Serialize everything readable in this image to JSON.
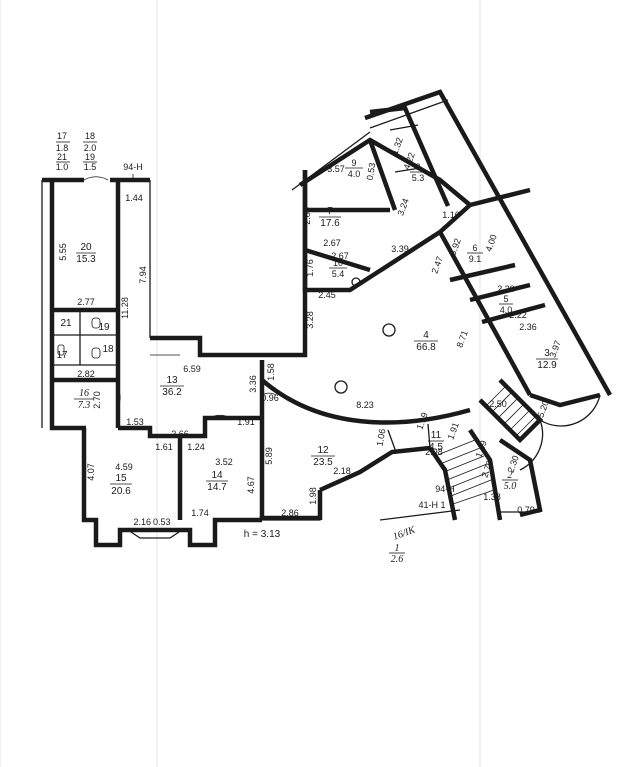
{
  "rooms": [
    {
      "num": "1",
      "area": "2.6"
    },
    {
      "num": "2",
      "area": "5.0"
    },
    {
      "num": "3",
      "area": "12.9"
    },
    {
      "num": "4",
      "area": "66.8"
    },
    {
      "num": "5",
      "area": "4.0"
    },
    {
      "num": "6",
      "area": "9.1"
    },
    {
      "num": "7",
      "area": "17.6"
    },
    {
      "num": "8",
      "area": "5.3"
    },
    {
      "num": "9",
      "area": "4.0"
    },
    {
      "num": "10",
      "area": "5.4"
    },
    {
      "num": "11",
      "area": "4.5"
    },
    {
      "num": "12",
      "area": "23.5"
    },
    {
      "num": "13",
      "area": "36.2"
    },
    {
      "num": "14",
      "area": "14.7"
    },
    {
      "num": "15",
      "area": "20.6"
    },
    {
      "num": "16",
      "area": "7.3"
    },
    {
      "num": "17",
      "area": "1.8"
    },
    {
      "num": "18",
      "area": "2.0"
    },
    {
      "num": "19",
      "area": "1.5"
    },
    {
      "num": "20",
      "area": "15.3"
    },
    {
      "num": "21",
      "area": "1.0"
    }
  ],
  "room_marks": {
    "r17": "17",
    "r18": "18",
    "r19": "19",
    "r21": "21"
  },
  "dimensions": [
    "5.55",
    "1.44",
    "7.94",
    "2.77",
    "11.28",
    "2.82",
    "2.70",
    "6.59",
    "1.53",
    "2.66",
    "1.61",
    "1.24",
    "1.91",
    "3.36",
    "1.58",
    "0.96",
    "4.07",
    "4.59",
    "3.52",
    "4.67",
    "5.89",
    "1.74",
    "2.16",
    "0.53",
    "2.86",
    "2.18",
    "1.98",
    "1.06",
    "1.19",
    "1.91",
    "8.23",
    "3.28",
    "2.45",
    "1.76",
    "2.67",
    "2.88",
    "2.67",
    "3.57",
    "0.53",
    "3.24",
    "1.32",
    "4.22",
    "1.16",
    "3.39",
    "2.47",
    "3.92",
    "4.00",
    "2.39",
    "2.22",
    "2.36",
    "8.71",
    "3.97",
    "2.50",
    "5.20",
    "2.98",
    "1.49",
    "2.70",
    "1.38",
    "0.79",
    "2.30"
  ],
  "markers": {
    "corridor_top": "94-Н",
    "corridor_stair": "94-Н",
    "stair_1": "41-Н 1",
    "stair_2": "16/IK"
  },
  "height_note": "h = 3.13"
}
